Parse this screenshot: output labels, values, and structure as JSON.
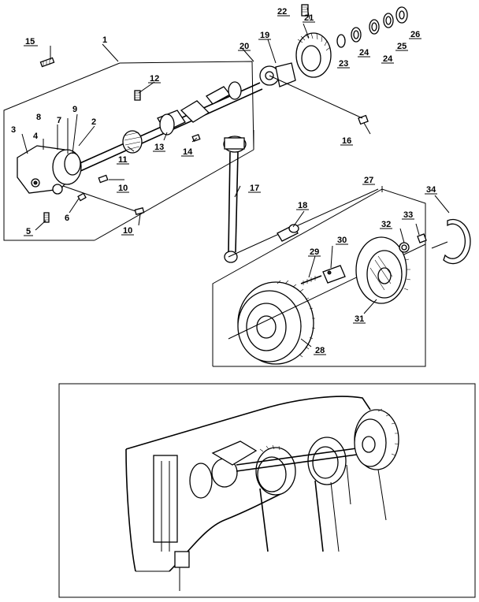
{
  "parts": [
    {
      "id": "1",
      "label": "1"
    },
    {
      "id": "2",
      "label": "2"
    },
    {
      "id": "3",
      "label": "3"
    },
    {
      "id": "4",
      "label": "4"
    },
    {
      "id": "5",
      "label": "5"
    },
    {
      "id": "6",
      "label": "6"
    },
    {
      "id": "7",
      "label": "7"
    },
    {
      "id": "8",
      "label": "8"
    },
    {
      "id": "9",
      "label": "9"
    },
    {
      "id": "10a",
      "label": "10"
    },
    {
      "id": "10b",
      "label": "10"
    },
    {
      "id": "11",
      "label": "11"
    },
    {
      "id": "12",
      "label": "12"
    },
    {
      "id": "13",
      "label": "13"
    },
    {
      "id": "14",
      "label": "14"
    },
    {
      "id": "15",
      "label": "15"
    },
    {
      "id": "16",
      "label": "16"
    },
    {
      "id": "17",
      "label": "17"
    },
    {
      "id": "18",
      "label": "18"
    },
    {
      "id": "19",
      "label": "19"
    },
    {
      "id": "20",
      "label": "20"
    },
    {
      "id": "21",
      "label": "21"
    },
    {
      "id": "22",
      "label": "22"
    },
    {
      "id": "23",
      "label": "23"
    },
    {
      "id": "24a",
      "label": "24"
    },
    {
      "id": "24b",
      "label": "24"
    },
    {
      "id": "25",
      "label": "25"
    },
    {
      "id": "26",
      "label": "26"
    },
    {
      "id": "27",
      "label": "27"
    },
    {
      "id": "28",
      "label": "28"
    },
    {
      "id": "29",
      "label": "29"
    },
    {
      "id": "30",
      "label": "30"
    },
    {
      "id": "31",
      "label": "31"
    },
    {
      "id": "32",
      "label": "32"
    },
    {
      "id": "33",
      "label": "33"
    },
    {
      "id": "34",
      "label": "34"
    }
  ]
}
